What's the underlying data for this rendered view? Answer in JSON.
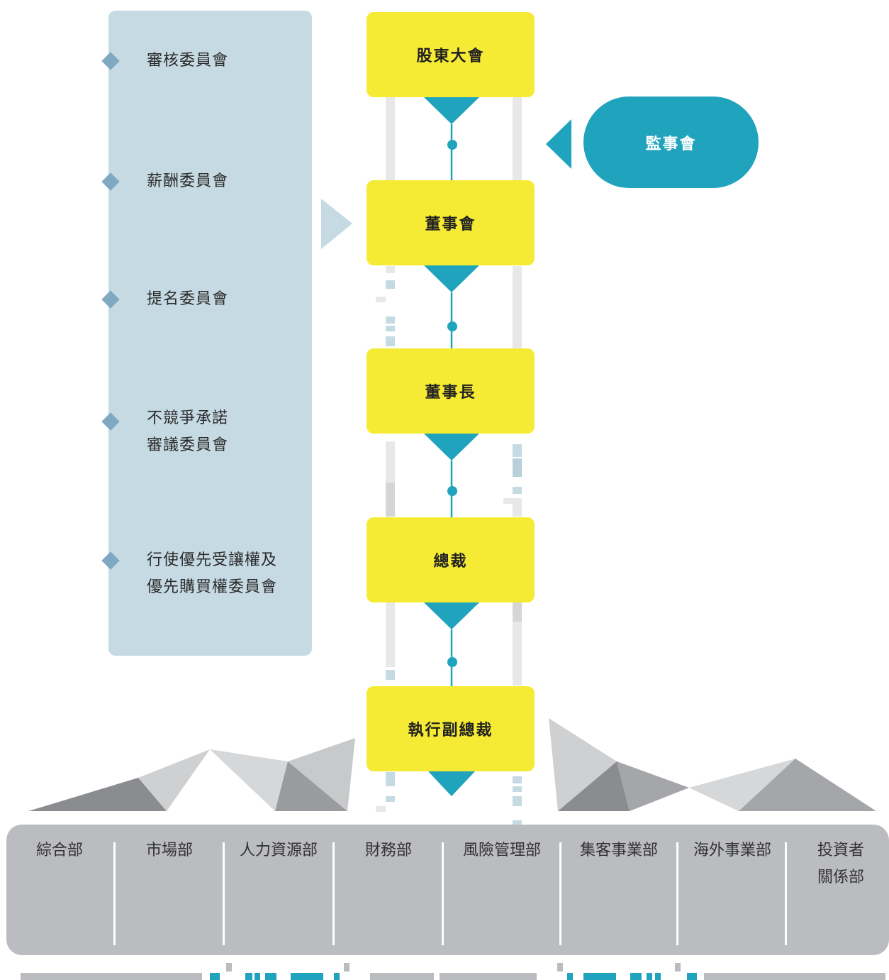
{
  "committees": [
    {
      "name": "審核委員會"
    },
    {
      "name": "薪酬委員會"
    },
    {
      "name": "提名委員會"
    },
    {
      "name": "不競爭承諾\n審議委員會"
    },
    {
      "name": "行使優先受讓權及\n優先購買權委員會"
    }
  ],
  "hierarchy": [
    {
      "name": "股東大會"
    },
    {
      "name": "董事會"
    },
    {
      "name": "董事長"
    },
    {
      "name": "總裁"
    },
    {
      "name": "執行副總裁"
    }
  ],
  "supervisory_board": {
    "name": "監事會"
  },
  "departments": [
    {
      "name": "綜合部"
    },
    {
      "name": "市場部"
    },
    {
      "name": "人力資源部"
    },
    {
      "name": "財務部"
    },
    {
      "name": "風險管理部"
    },
    {
      "name": "集客事業部"
    },
    {
      "name": "海外事業部"
    },
    {
      "name": "投資者\n關係部"
    }
  ],
  "colors": {
    "box_yellow": "#f6eb34",
    "accent_teal": "#20a3bd",
    "committee_panel": "#c6dae4",
    "committee_diamond": "#7fa9c2",
    "department_bar": "#bbbcc0",
    "rail_grey": "#e8e8e8"
  }
}
